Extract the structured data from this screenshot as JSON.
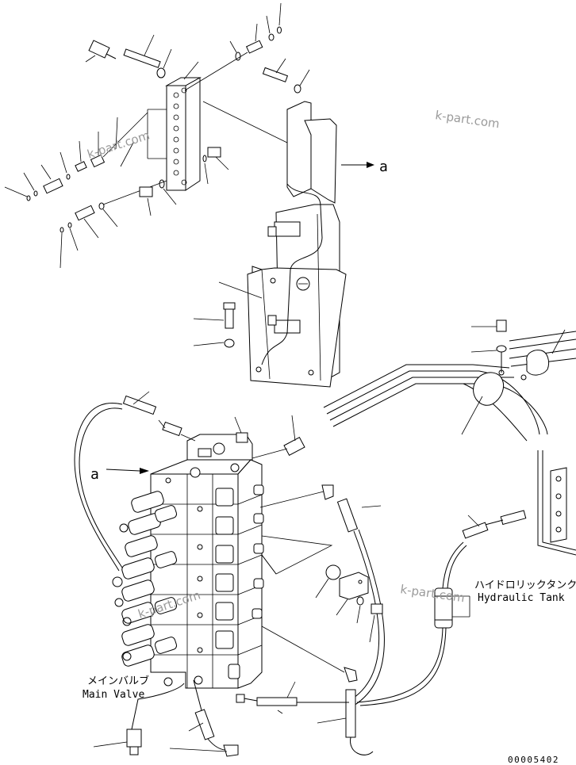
{
  "labels": {
    "callout_a_top": "a",
    "callout_a_left": "a",
    "hydraulic_tank_jp": "ハイドロリックタンク",
    "hydraulic_tank_en": "Hydraulic Tank",
    "main_valve_jp": "メインバルブ",
    "main_valve_en": "Main Valve",
    "drawing_number": "00005402"
  },
  "watermarks": [
    "k-part.com",
    "k-part.com",
    "k-part.com",
    "k-part.com"
  ]
}
